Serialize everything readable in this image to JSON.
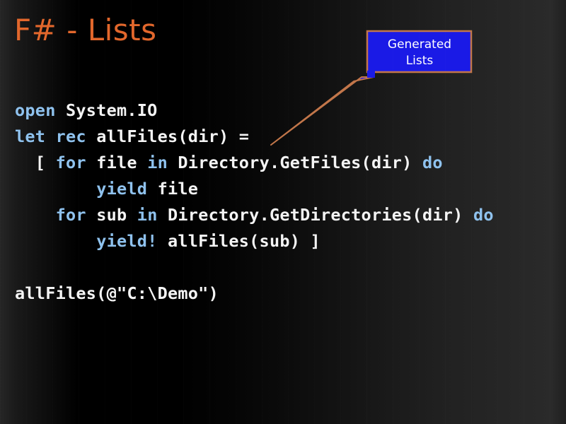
{
  "slide": {
    "title": "F# - Lists",
    "title_color": "#e2672c",
    "background_style": "dark horizontal gradient"
  },
  "code": {
    "language": "F#",
    "keyword_color": "#8fc2ee",
    "identifier_color": "#f4f4f4",
    "lines": [
      {
        "indent": 0,
        "tokens": [
          {
            "text": "open",
            "kind": "kw"
          },
          {
            "text": " System.IO",
            "kind": "id"
          }
        ]
      },
      {
        "indent": 0,
        "tokens": [
          {
            "text": "let",
            "kind": "kw"
          },
          {
            "text": " ",
            "kind": "id"
          },
          {
            "text": "rec",
            "kind": "kw"
          },
          {
            "text": " allFiles(dir) =",
            "kind": "id"
          }
        ]
      },
      {
        "indent": 2,
        "tokens": [
          {
            "text": "[ ",
            "kind": "id"
          },
          {
            "text": "for",
            "kind": "kw"
          },
          {
            "text": " file ",
            "kind": "id"
          },
          {
            "text": "in",
            "kind": "kw"
          },
          {
            "text": " Directory.GetFiles(dir) ",
            "kind": "id"
          },
          {
            "text": "do",
            "kind": "kw"
          }
        ]
      },
      {
        "indent": 8,
        "tokens": [
          {
            "text": "yield",
            "kind": "kw"
          },
          {
            "text": " file",
            "kind": "id"
          }
        ]
      },
      {
        "indent": 4,
        "tokens": [
          {
            "text": "for",
            "kind": "kw"
          },
          {
            "text": " sub ",
            "kind": "id"
          },
          {
            "text": "in",
            "kind": "kw"
          },
          {
            "text": " Directory.GetDirectories(dir) ",
            "kind": "id"
          },
          {
            "text": "do",
            "kind": "kw"
          }
        ]
      },
      {
        "indent": 8,
        "tokens": [
          {
            "text": "yield!",
            "kind": "kw"
          },
          {
            "text": " allFiles(sub) ]",
            "kind": "id"
          }
        ]
      },
      {
        "indent": 0,
        "tokens": []
      },
      {
        "indent": 0,
        "tokens": [
          {
            "text": "allFiles(@\"C:\\Demo\")",
            "kind": "id"
          }
        ]
      }
    ]
  },
  "callout": {
    "line1": "Generated",
    "line2": "Lists",
    "fill_color": "#1a1ae6",
    "border_color": "#c2764a",
    "text_color": "#ffffff",
    "points_at": "let rec allFiles(dir) ="
  }
}
